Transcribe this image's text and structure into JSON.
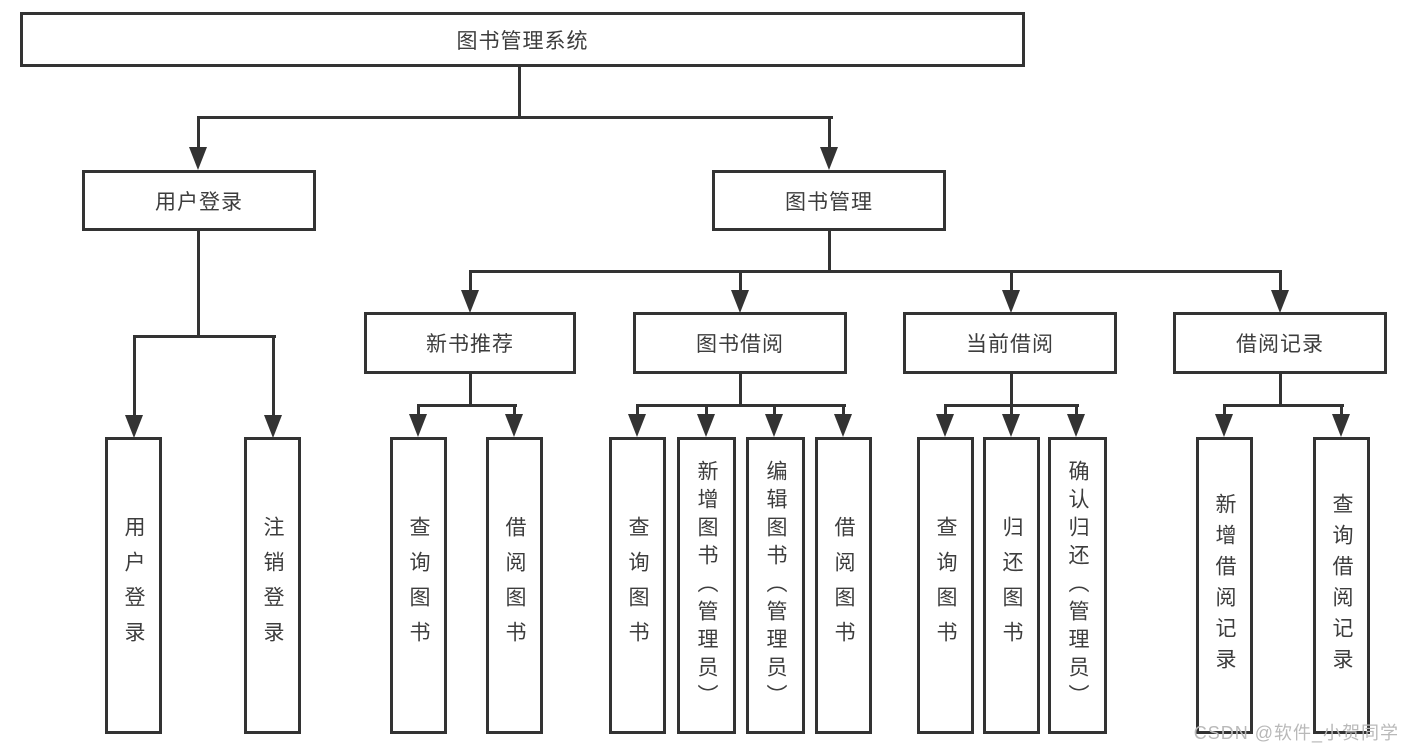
{
  "colors": {
    "line": "#333333",
    "box_border": "#333333",
    "text": "#3d3d3d",
    "background": "#ffffff",
    "watermark": "#b9b9b9"
  },
  "diagram": {
    "root": {
      "label": "图书管理系统"
    },
    "level2": [
      {
        "label": "用户登录"
      },
      {
        "label": "图书管理"
      }
    ],
    "level3": [
      {
        "label": "新书推荐"
      },
      {
        "label": "图书借阅"
      },
      {
        "label": "当前借阅"
      },
      {
        "label": "借阅记录"
      }
    ],
    "leaves": {
      "user_login": [
        "用户登录",
        "注销登录"
      ],
      "new_book": [
        "查询图书",
        "借阅图书"
      ],
      "book_borrow": [
        "查询图书",
        "新增图书（管理员）",
        "编辑图书（管理员）",
        "借阅图书"
      ],
      "current_borrow": [
        "查询图书",
        "归还图书",
        "确认归还（管理员）"
      ],
      "borrow_record": [
        "新增借阅记录",
        "查询借阅记录"
      ]
    }
  },
  "watermark": {
    "text": "CSDN @软件_小贺同学"
  }
}
